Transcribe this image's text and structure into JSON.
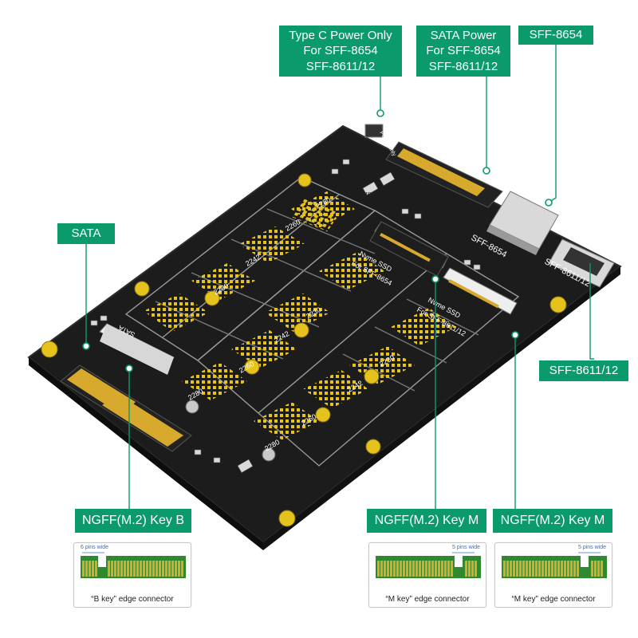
{
  "callouts": {
    "type_c": [
      "Type C Power Only",
      "For SFF-8654",
      "SFF-8611/12"
    ],
    "sata_power": [
      "SATA Power",
      "For SFF-8654",
      "SFF-8611/12"
    ],
    "sff8654": "SFF-8654",
    "sata": "SATA",
    "sff8611": "SFF-8611/12",
    "key_b": "NGFF(M.2) Key B",
    "key_m_1": "NGFF(M.2) Key M",
    "key_m_2": "NGFF(M.2) Key M"
  },
  "board": {
    "port_sff8654": "SFF-8654",
    "port_sff8611": "SFF-8611/12",
    "port_sata": "SATA",
    "slot_labels": [
      "2280",
      "2260",
      "2242",
      "2230"
    ],
    "slot_top_labels": [
      "2280",
      "2260",
      "2242",
      "2230"
    ],
    "slot_center_labels": [
      "2230",
      "2242",
      "2260",
      "2280"
    ],
    "slot_right_labels": [
      "2230",
      "2242",
      "2260",
      "2280"
    ],
    "slot_left_labels": [
      "2260",
      "2280"
    ],
    "nvme_1": [
      "Nvme SSD",
      "For SFF-8654"
    ],
    "nvme_2": [
      "Nvme SSD",
      "For SFF-8611/12"
    ],
    "resistor": "4R7",
    "power_text": "Power only"
  },
  "cards": [
    {
      "pins": "6 pins wide",
      "caption": "“B key” edge connector"
    },
    {
      "pins": "5 pins wide",
      "caption": "“M key” edge connector"
    },
    {
      "pins": "5 pins wide",
      "caption": "“M key” edge connector"
    }
  ],
  "colors": {
    "accent": "#0b9a6c",
    "board": "#1c1c1c",
    "pad": "#e6c21c",
    "gold": "#d7a92c",
    "pcb_green": "#2f8a2f"
  }
}
